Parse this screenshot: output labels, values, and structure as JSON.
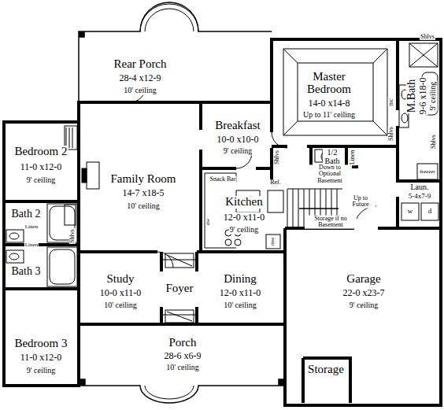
{
  "diagram": {
    "labels": [
      "Rear Porch",
      "28-4 x12-9",
      "10' ceiling",
      "Master Bedroom",
      "14-0 x14-8",
      "Up to 11' ceiling",
      "Breakfast",
      "10-0 x10-0",
      "9' ceiling",
      "M.Bath",
      "9-6 x18-0",
      "9' ceiling",
      "Bedroom 2",
      "11-0 x12-0",
      "9' ceiling",
      "Family Room",
      "14-7 x18-5",
      "10' ceiling",
      "Snack Bar",
      "Kitchen",
      "12-0 x11-0",
      "9' ceiling",
      "Shlvs",
      "Shlvs",
      "1/2 Bath",
      "Linen",
      "Shlvs",
      "Shlvs",
      "Shlvs",
      "mc",
      "freezer",
      "Laun.",
      "5-4x7-9",
      "w",
      "d",
      "Down to Optional Basement",
      "Up to Future",
      "Storage if no Basement",
      "dw",
      "Ref.",
      "mw",
      "Bath 2",
      "Linen",
      "Linen",
      "Bath 3",
      "Bedroom 3",
      "11-0 x12-0",
      "9' ceiling",
      "Study",
      "10-0 x11-0",
      "10' ceiling",
      "Foyer",
      "Dining",
      "12-0 x11-0",
      "10' ceiling",
      "Garage",
      "22-0 x23-7",
      "9' ceiling",
      "Storage",
      "Porch",
      "28-6 x6-9",
      "10' ceiling"
    ]
  }
}
